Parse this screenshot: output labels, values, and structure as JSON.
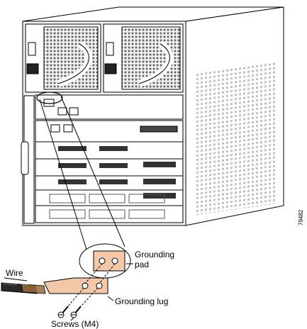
{
  "labels": {
    "grounding_pad_line1": "Grounding",
    "grounding_pad_line2": "pad",
    "wire": "Wire",
    "grounding_lug": "Grounding lug",
    "screws": "Screws (M4)",
    "figure_number": "79482"
  },
  "colors": {
    "lug_fill": "#f2c8a8",
    "chassis_line": "#000000",
    "chassis_face": "#f4f4f4",
    "vent_hatch": "#555555"
  }
}
